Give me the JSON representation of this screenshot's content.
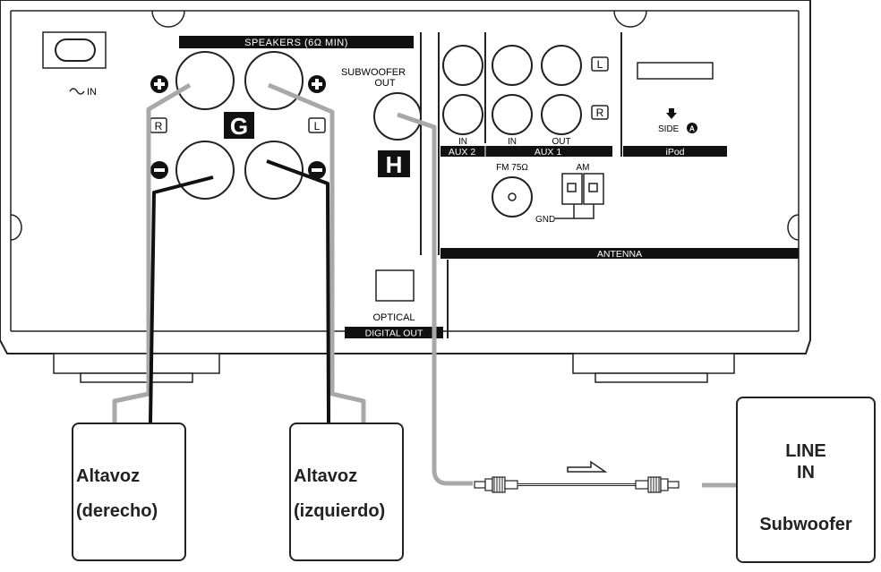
{
  "panel": {
    "power_in": "IN",
    "speakers_header": "SPEAKERS (6Ω MIN)",
    "channel_r": "R",
    "channel_l": "L",
    "badge_g": "G",
    "badge_h": "H",
    "subwoofer_out_line1": "SUBWOOFER",
    "subwoofer_out_line2": "OUT",
    "aux_l": "L",
    "aux_r": "R",
    "jack_in_1": "IN",
    "jack_in_2": "IN",
    "jack_out": "OUT",
    "aux2_label": "AUX 2",
    "aux1_label": "AUX 1",
    "fm_label": "FM 75Ω",
    "am_label": "AM",
    "gnd_label": "GND",
    "antenna_label": "ANTENNA",
    "side_label": "SIDE",
    "side_badge": "A",
    "ipod_label": "iPod",
    "optical_label": "OPTICAL",
    "digital_out_label": "DIGITAL OUT"
  },
  "speakers": {
    "right": {
      "line1": "Altavoz",
      "line2": "(derecho)"
    },
    "left": {
      "line1": "Altavoz",
      "line2": "(izquierdo)"
    }
  },
  "subwoofer_box": {
    "line1": "LINE",
    "line2": "IN",
    "line3": "Subwoofer"
  },
  "colors": {
    "outline": "#222222",
    "grey_wire": "#a8a8a8",
    "black": "#000000"
  }
}
